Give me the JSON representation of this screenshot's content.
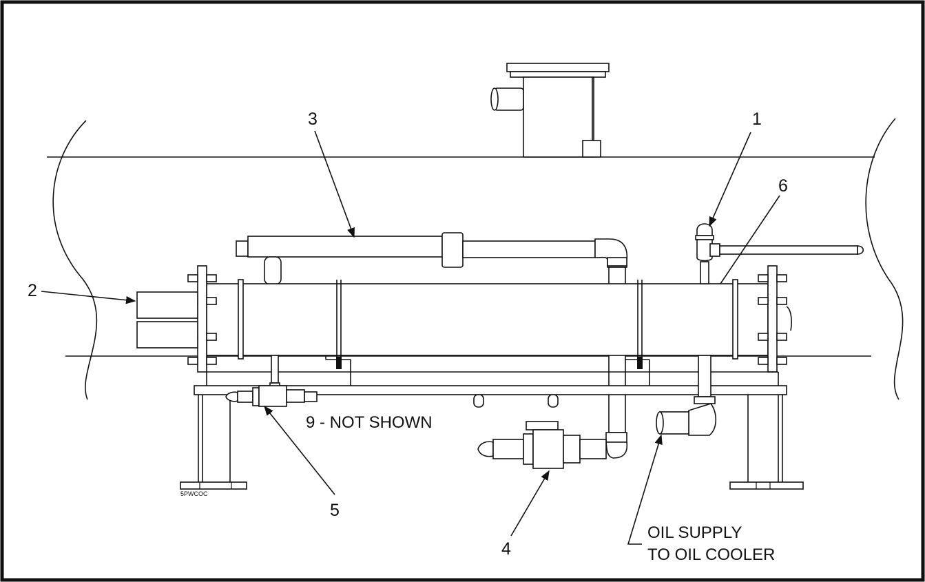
{
  "callouts": {
    "c1": "1",
    "c2": "2",
    "c3": "3",
    "c4": "4",
    "c5": "5",
    "c6": "6"
  },
  "notes": {
    "not_shown": "9 - NOT SHOWN",
    "oil_supply_line1": "OIL SUPPLY",
    "oil_supply_line2": "TO OIL COOLER",
    "drawing_code": "5PWCOC"
  }
}
